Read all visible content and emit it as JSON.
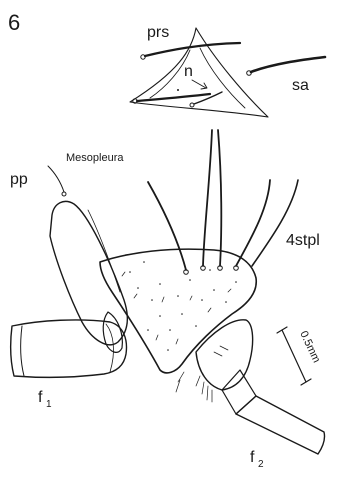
{
  "figure": {
    "number": "6",
    "labels": {
      "prs": "prs",
      "n": "n",
      "sa": "sa",
      "pp": "pp",
      "mesopleura": "Mesopleura",
      "stpl": "4stpl",
      "f1_base": "f",
      "f1_sub": "1",
      "f2_base": "f",
      "f2_sub": "2"
    },
    "scale_bar": {
      "label": "0.5mm"
    }
  }
}
